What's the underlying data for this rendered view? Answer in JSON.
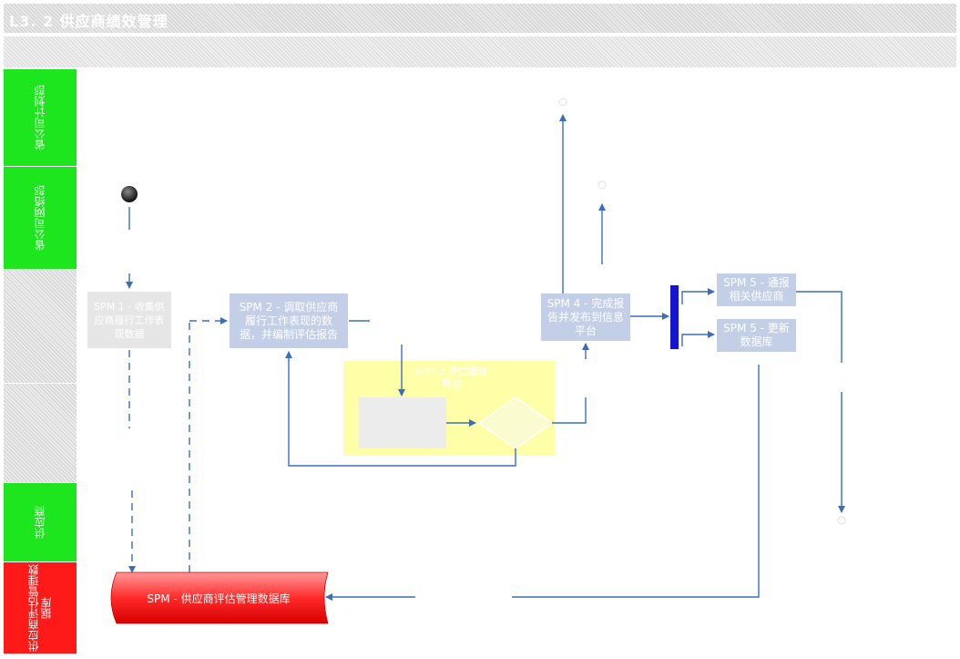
{
  "header": {
    "title": "L3. 2 供应商绩效管理"
  },
  "lanes": [
    {
      "label": "省公司计划部"
    },
    {
      "label": "省公司网络部"
    },
    {
      "label": ""
    },
    {
      "label": ""
    },
    {
      "label": "供应商"
    },
    {
      "label": "供应商评估管理数据库"
    }
  ],
  "process": {
    "spm1": "SPM 1 - 收集供应商履行工作表现数据",
    "spm2": "SPM 2 - 调取供应商\n履行工作表现的数\n据，并编制评估报告",
    "spm3_group": "SPM 3 评估报告\n审批",
    "spm3_inner": "",
    "spm3_decision": "",
    "spm4": "SPM 4 - 完成报\n告并发布到信息\n平台",
    "spm5_notify": "SPM 5 - 通报\n相关供应商",
    "spm5_update": "SPM 5 - 更新\n数据库",
    "database": "SPM - 供应商评估管理数据库"
  },
  "colors": {
    "lane_green": "#1ee61e",
    "lane_red": "#ff1a1a",
    "box_blue": "#c2cfe6",
    "arrow_blue": "#3a6ebd",
    "sync_bar": "#1414d2",
    "highlight_yellow": "#ffffa8"
  }
}
